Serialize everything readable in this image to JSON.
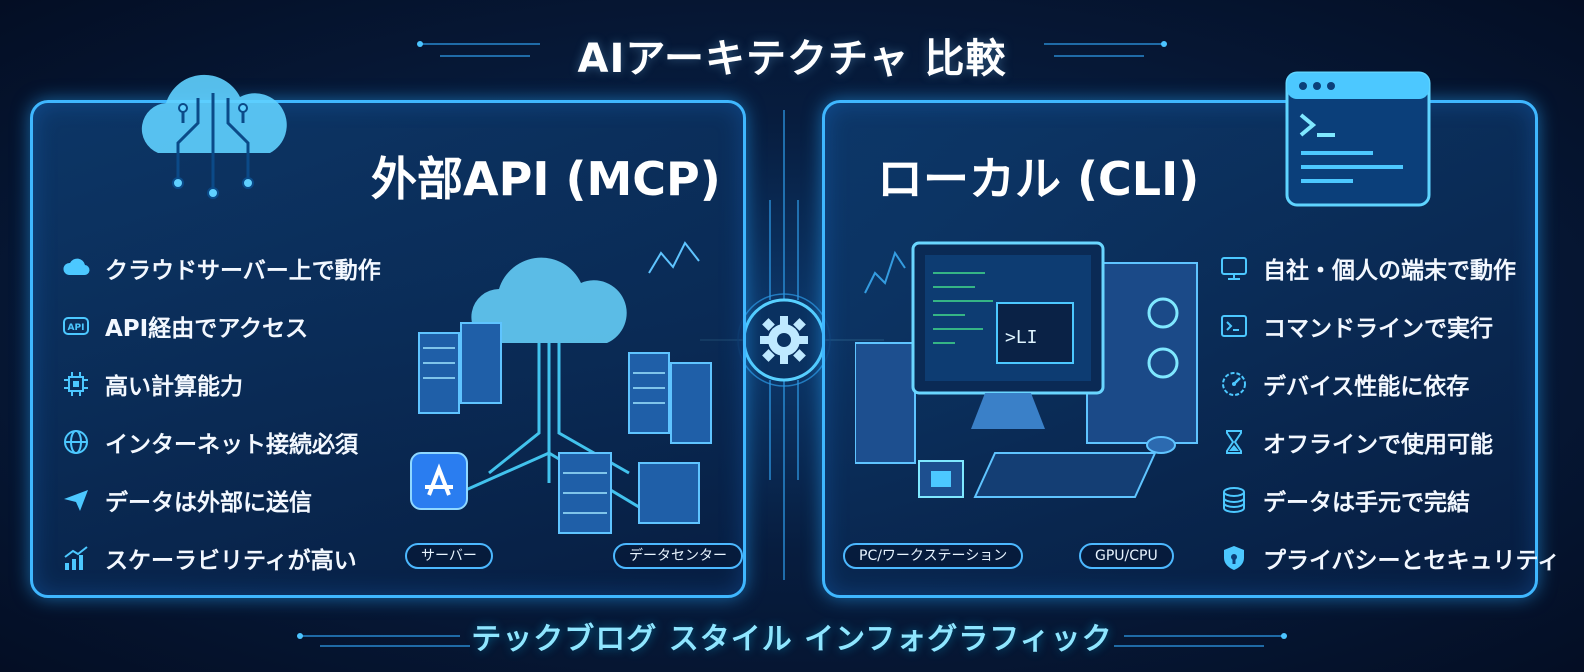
{
  "title": "AIアーキテクチャ 比較",
  "footer": "テックブログ スタイル インフォグラフィック",
  "left": {
    "heading": "外部API (MCP)",
    "features": [
      {
        "icon": "cloud-icon",
        "label": "クラウドサーバー上で動作"
      },
      {
        "icon": "api-icon",
        "label": "API経由でアクセス"
      },
      {
        "icon": "chip-icon",
        "label": "高い計算能力"
      },
      {
        "icon": "globe-icon",
        "label": "インターネット接続必須"
      },
      {
        "icon": "paper-plane-icon",
        "label": "データは外部に送信"
      },
      {
        "icon": "growth-chart-icon",
        "label": "スケーラビリティが高い"
      }
    ],
    "tags": {
      "server": "サーバー",
      "datacenter": "データセンター"
    }
  },
  "right": {
    "heading": "ローカル (CLI)",
    "features": [
      {
        "icon": "monitor-icon",
        "label": "自社・個人の端末で動作"
      },
      {
        "icon": "terminal-icon",
        "label": "コマンドラインで実行"
      },
      {
        "icon": "gauge-icon",
        "label": "デバイス性能に依存"
      },
      {
        "icon": "hourglass-icon",
        "label": "オフラインで使用可能"
      },
      {
        "icon": "database-icon",
        "label": "データは手元で完結"
      },
      {
        "icon": "shield-icon",
        "label": "プライバシーとセキュリティ"
      }
    ],
    "tags": {
      "workstation": "PC/ワークステーション",
      "gpu": "GPU/CPU"
    },
    "screen_text": ">LI"
  },
  "colors": {
    "accent": "#3fb7ff",
    "glow": "#00e5ff",
    "background": "#071d3f"
  }
}
